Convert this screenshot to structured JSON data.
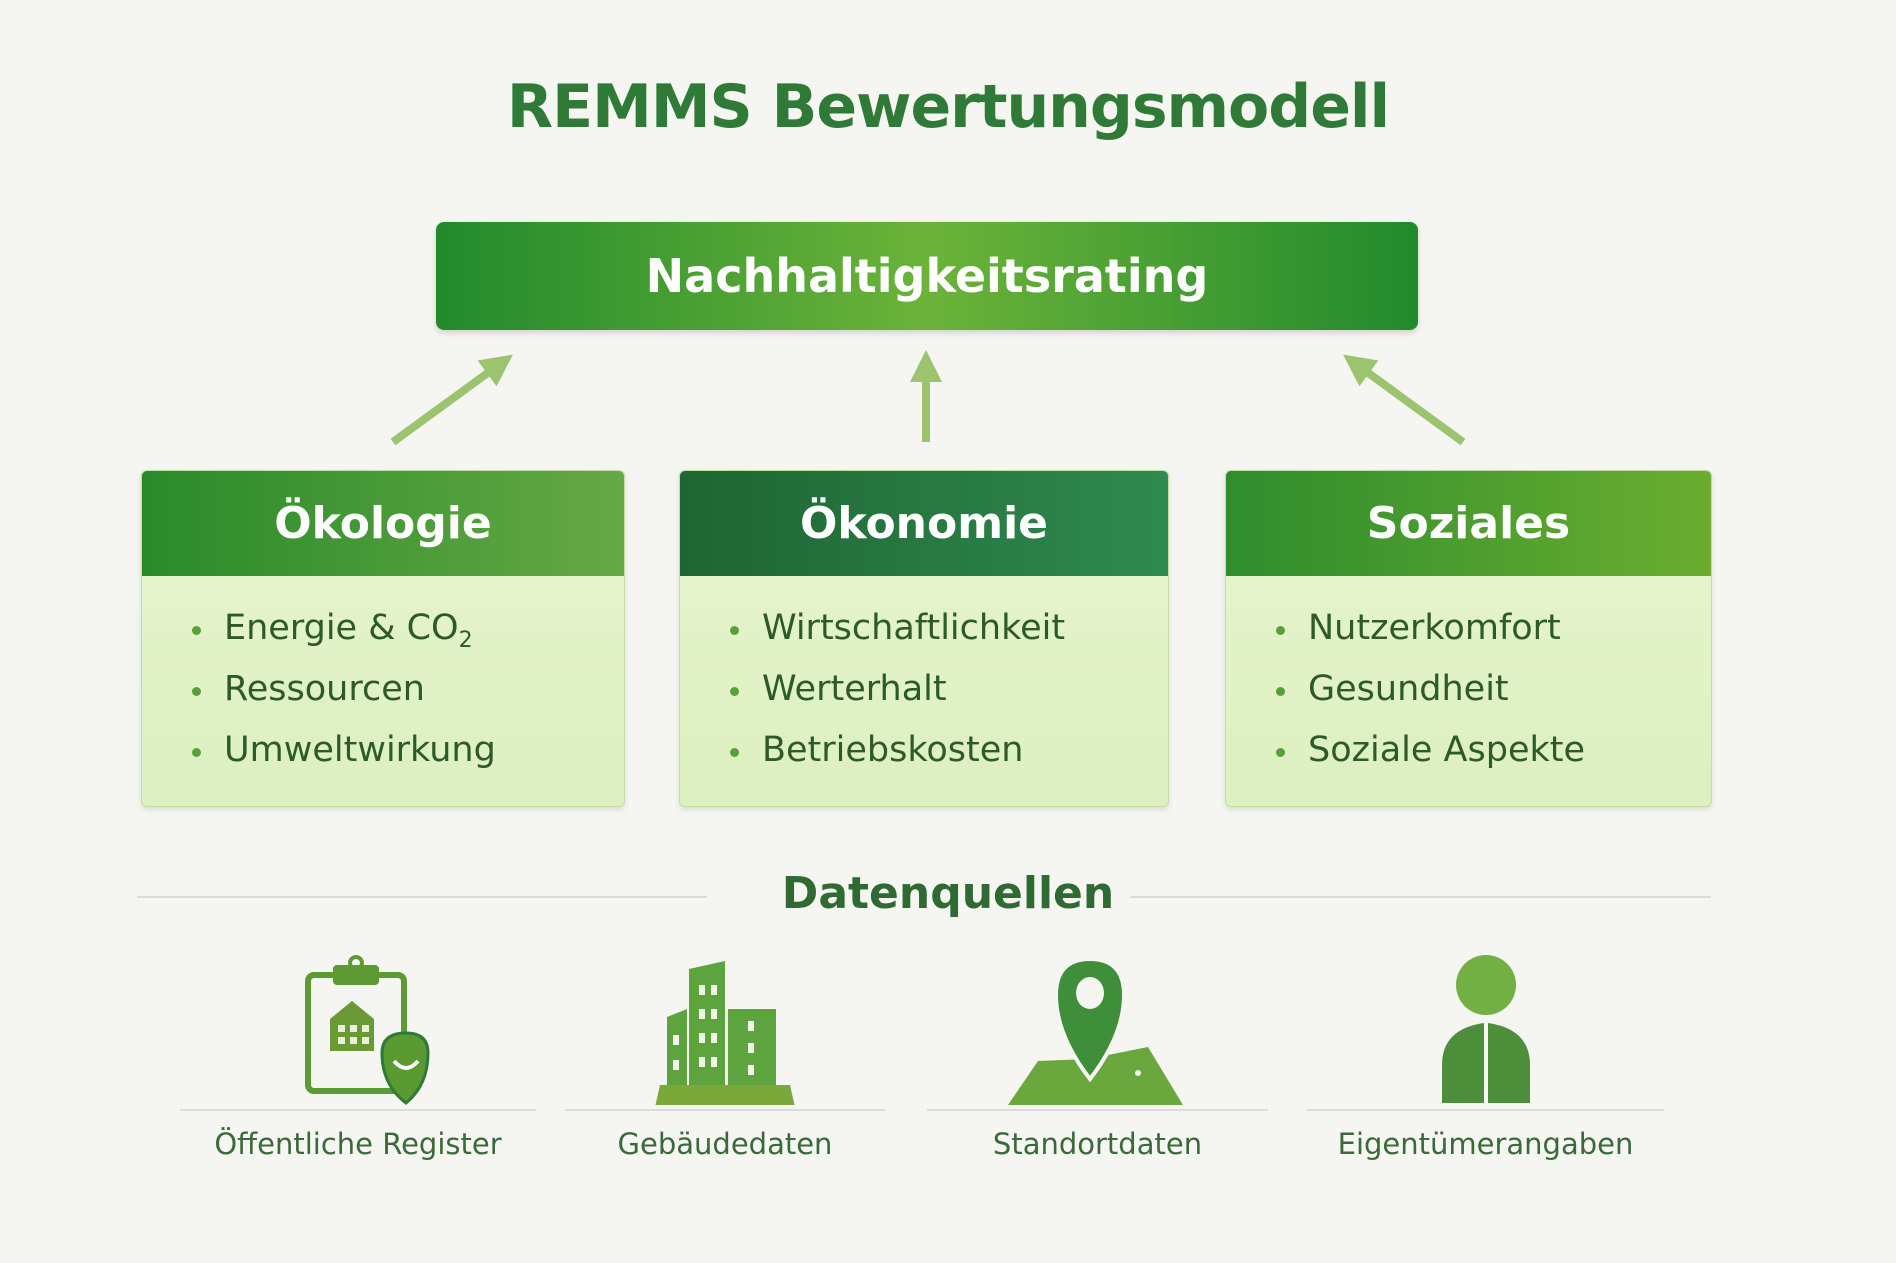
{
  "title": "REMMS Bewertungsmodell",
  "top_node": "Nachhaltigkeitsrating",
  "pillars": [
    {
      "title": "Ökologie",
      "items": [
        "Energie & CO",
        "Ressourcen",
        "Umweltwirkung"
      ],
      "subscript": "2",
      "color": "#2f8d2e"
    },
    {
      "title": "Ökonomie",
      "items": [
        "Wirtschaftlichkeit",
        "Werterhalt",
        "Betriebskosten"
      ],
      "color": "#236b3a"
    },
    {
      "title": "Soziales",
      "items": [
        "Nutzerkomfort",
        "Gesundheit",
        "Soziale Aspekte"
      ],
      "color": "#3d9a2f"
    }
  ],
  "sources_heading": "Datenquellen",
  "sources": [
    {
      "label": "Öffentliche Register",
      "icon": "clipboard-shield-icon"
    },
    {
      "label": "Gebäudedaten",
      "icon": "buildings-icon"
    },
    {
      "label": "Standortdaten",
      "icon": "map-pin-icon"
    },
    {
      "label": "Eigentümerangaben",
      "icon": "person-icon"
    }
  ]
}
